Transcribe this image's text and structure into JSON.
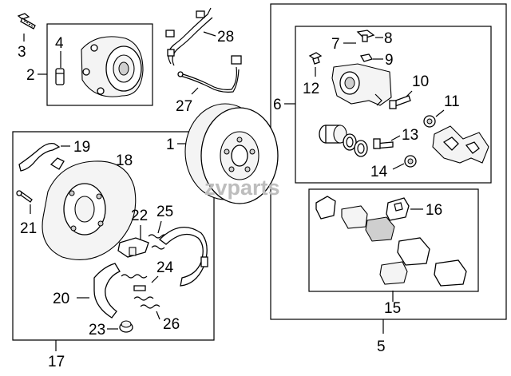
{
  "callouts": {
    "c1": "1",
    "c2": "2",
    "c3": "3",
    "c4": "4",
    "c5": "5",
    "c6": "6",
    "c7": "7",
    "c8": "8",
    "c9": "9",
    "c10": "10",
    "c11": "11",
    "c12": "12",
    "c13": "13",
    "c14": "14",
    "c15": "15",
    "c16": "16",
    "c17": "17",
    "c19": "19",
    "c18": "18",
    "c20": "20",
    "c21": "21",
    "c22": "22",
    "c23": "23",
    "c24": "24",
    "c25": "25",
    "c26": "26",
    "c27": "27",
    "c28": "28"
  },
  "watermark": "zvparts"
}
